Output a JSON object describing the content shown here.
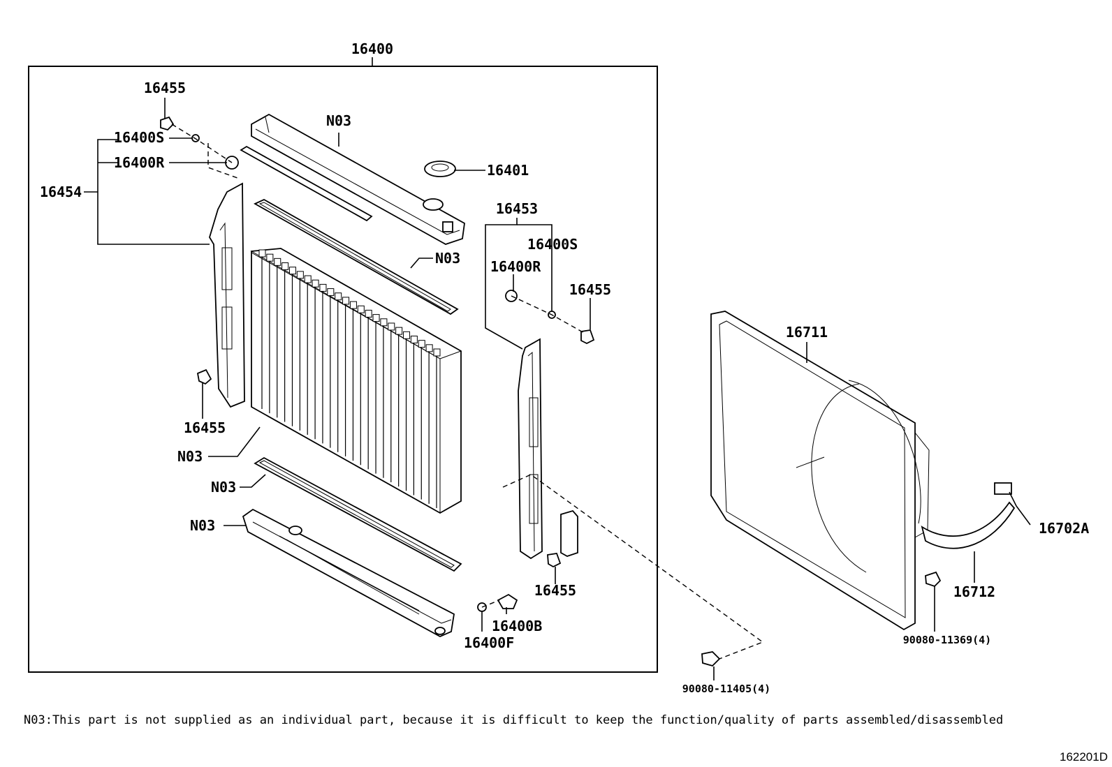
{
  "labels": {
    "p16400": "16400",
    "p16455_top": "16455",
    "p16400s_left": "16400S",
    "p16400r_left": "16400R",
    "p16454": "16454",
    "p16455_left": "16455",
    "n03_top": "N03",
    "n03_seal_top": "N03",
    "n03_core": "N03",
    "n03_seal_bottom": "N03",
    "n03_lower_tank": "N03",
    "p16401": "16401",
    "p16453": "16453",
    "p16400s_right": "16400S",
    "p16400r_right": "16400R",
    "p16455_right_top": "16455",
    "p16455_right_bottom": "16455",
    "p16400b": "16400B",
    "p16400f": "16400F",
    "p16711": "16711",
    "p16702a": "16702A",
    "p16712": "16712",
    "p90080_11369": "90080-11369(4)",
    "p90080_11405": "90080-11405(4)"
  },
  "footnote": "N03:This part is not supplied as an individual part, because it is difficult to keep the function/quality of parts assembled/disassembled",
  "figure_code": "162201D"
}
